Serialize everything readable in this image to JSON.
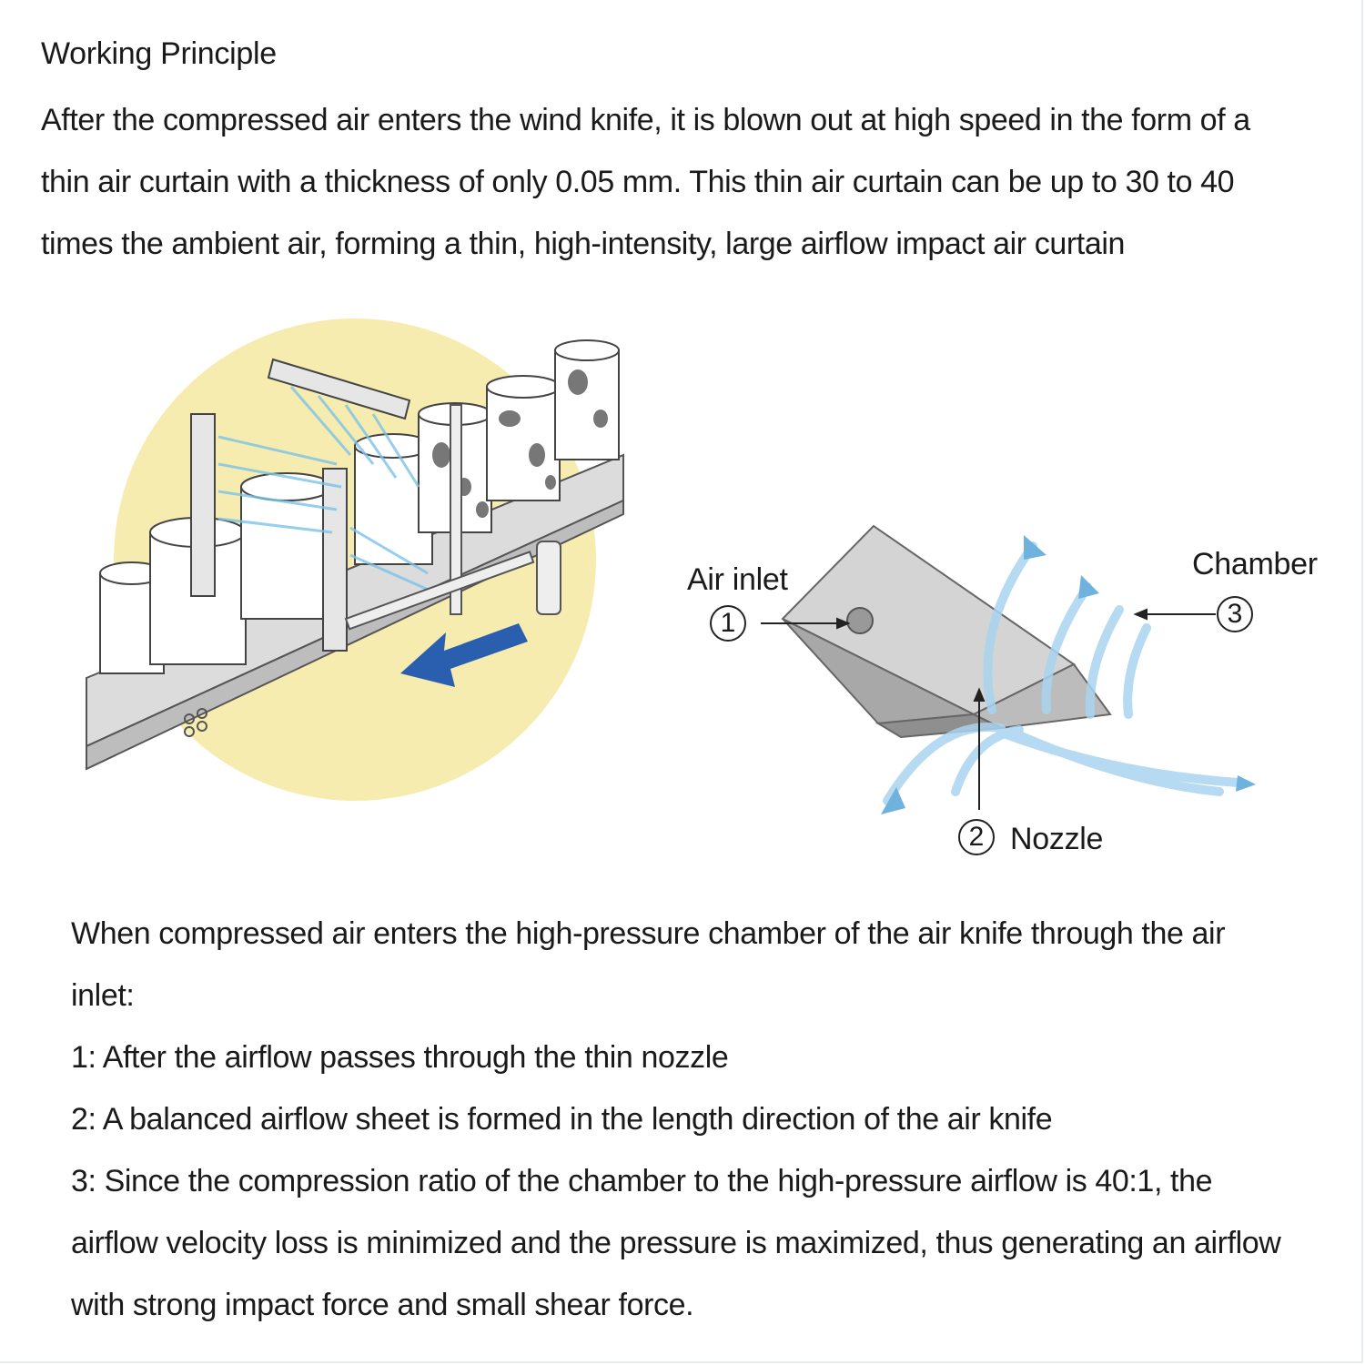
{
  "header": {
    "title": "Working Principle"
  },
  "intro": {
    "lines": [
      "After the compressed air enters the wind knife, it is blown out at high speed in the form of a",
      "thin air curtain with a thickness of only 0.05 mm. This thin air curtain can be up to 30 to 40",
      "times the ambient air, forming a thin, high-intensity, large airflow impact air curtain"
    ]
  },
  "diagram": {
    "air_inlet_label": "Air inlet",
    "air_inlet_number": "1",
    "nozzle_label": "Nozzle",
    "nozzle_number": "2",
    "chamber_label": "Chamber",
    "chamber_number": "3",
    "colors": {
      "highlight_disc": "#f7ecb0",
      "flow_arrow": "#2a5fb0",
      "airflow": "#a9d4ef"
    }
  },
  "explanation": {
    "lines": [
      "When compressed air enters the high-pressure chamber of the air knife through the air",
      "inlet:",
      "1: After the airflow passes through the thin nozzle",
      "2: A balanced airflow sheet is formed in the length direction of the air knife",
      "3: Since the compression ratio of the chamber to the high-pressure airflow is 40:1, the",
      "airflow velocity loss is minimized and the pressure is maximized, thus generating an airflow",
      "with strong impact force and small shear force."
    ]
  }
}
